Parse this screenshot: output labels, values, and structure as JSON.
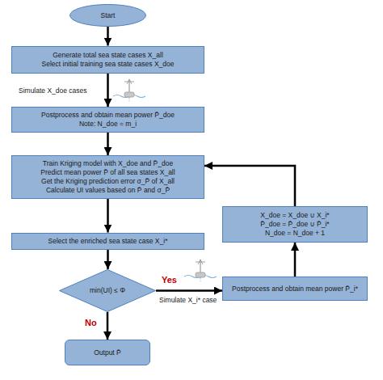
{
  "diagram": {
    "nodes": [
      {
        "text": [
          "Start"
        ]
      },
      {
        "text": [
          "Generate total sea state cases X_all",
          "Select initial training sea state cases X_doe"
        ]
      },
      {
        "text": [
          "Postprocess and obtain mean power P̄_doe",
          "Note: N_doe = m_i"
        ]
      },
      {
        "text": [
          "Train Kriging model with X_doe and P̄_doe",
          "Predict mean power P̄ of all sea states X_all",
          "Get the Kriging prediction error σ_P̄ of X_all",
          "Calculate UI values based on P̄ and σ_P̄"
        ]
      },
      {
        "text": [
          "Select the enriched sea state case X_i*"
        ]
      },
      {
        "text": [
          "min(UI) ≤ Φ"
        ]
      },
      {
        "text": [
          "Postprocess and obtain mean power P̄_i*"
        ]
      },
      {
        "text": [
          "X_doe = X_doe ∪ X_i*",
          "P̄_doe = P̄_doe ∪ P̄_i*",
          "N_doe = N_doe + 1"
        ]
      },
      {
        "text": [
          "Output P̄"
        ]
      }
    ],
    "edges": [
      {
        "from": 0,
        "to": 1,
        "arrow": "to"
      },
      {
        "from": 1,
        "to": 2,
        "label": "Simulate X_doe cases",
        "arrow": "to"
      },
      {
        "from": 2,
        "to": 3,
        "arrow": "to"
      },
      {
        "from": 3,
        "to": 4,
        "arrow": "to"
      },
      {
        "from": 4,
        "to": 5,
        "arrow": "to"
      },
      {
        "from": 5,
        "to": 6,
        "label": "Yes",
        "arrow": "to"
      },
      {
        "from": 5,
        "to": 8,
        "label": "No",
        "arrow": "to"
      },
      {
        "from": 6,
        "to": 7,
        "arrow": "to"
      },
      {
        "from": 7,
        "to": 3,
        "arrow": "to"
      }
    ],
    "labels": [
      "Simulate X_i* case"
    ]
  }
}
